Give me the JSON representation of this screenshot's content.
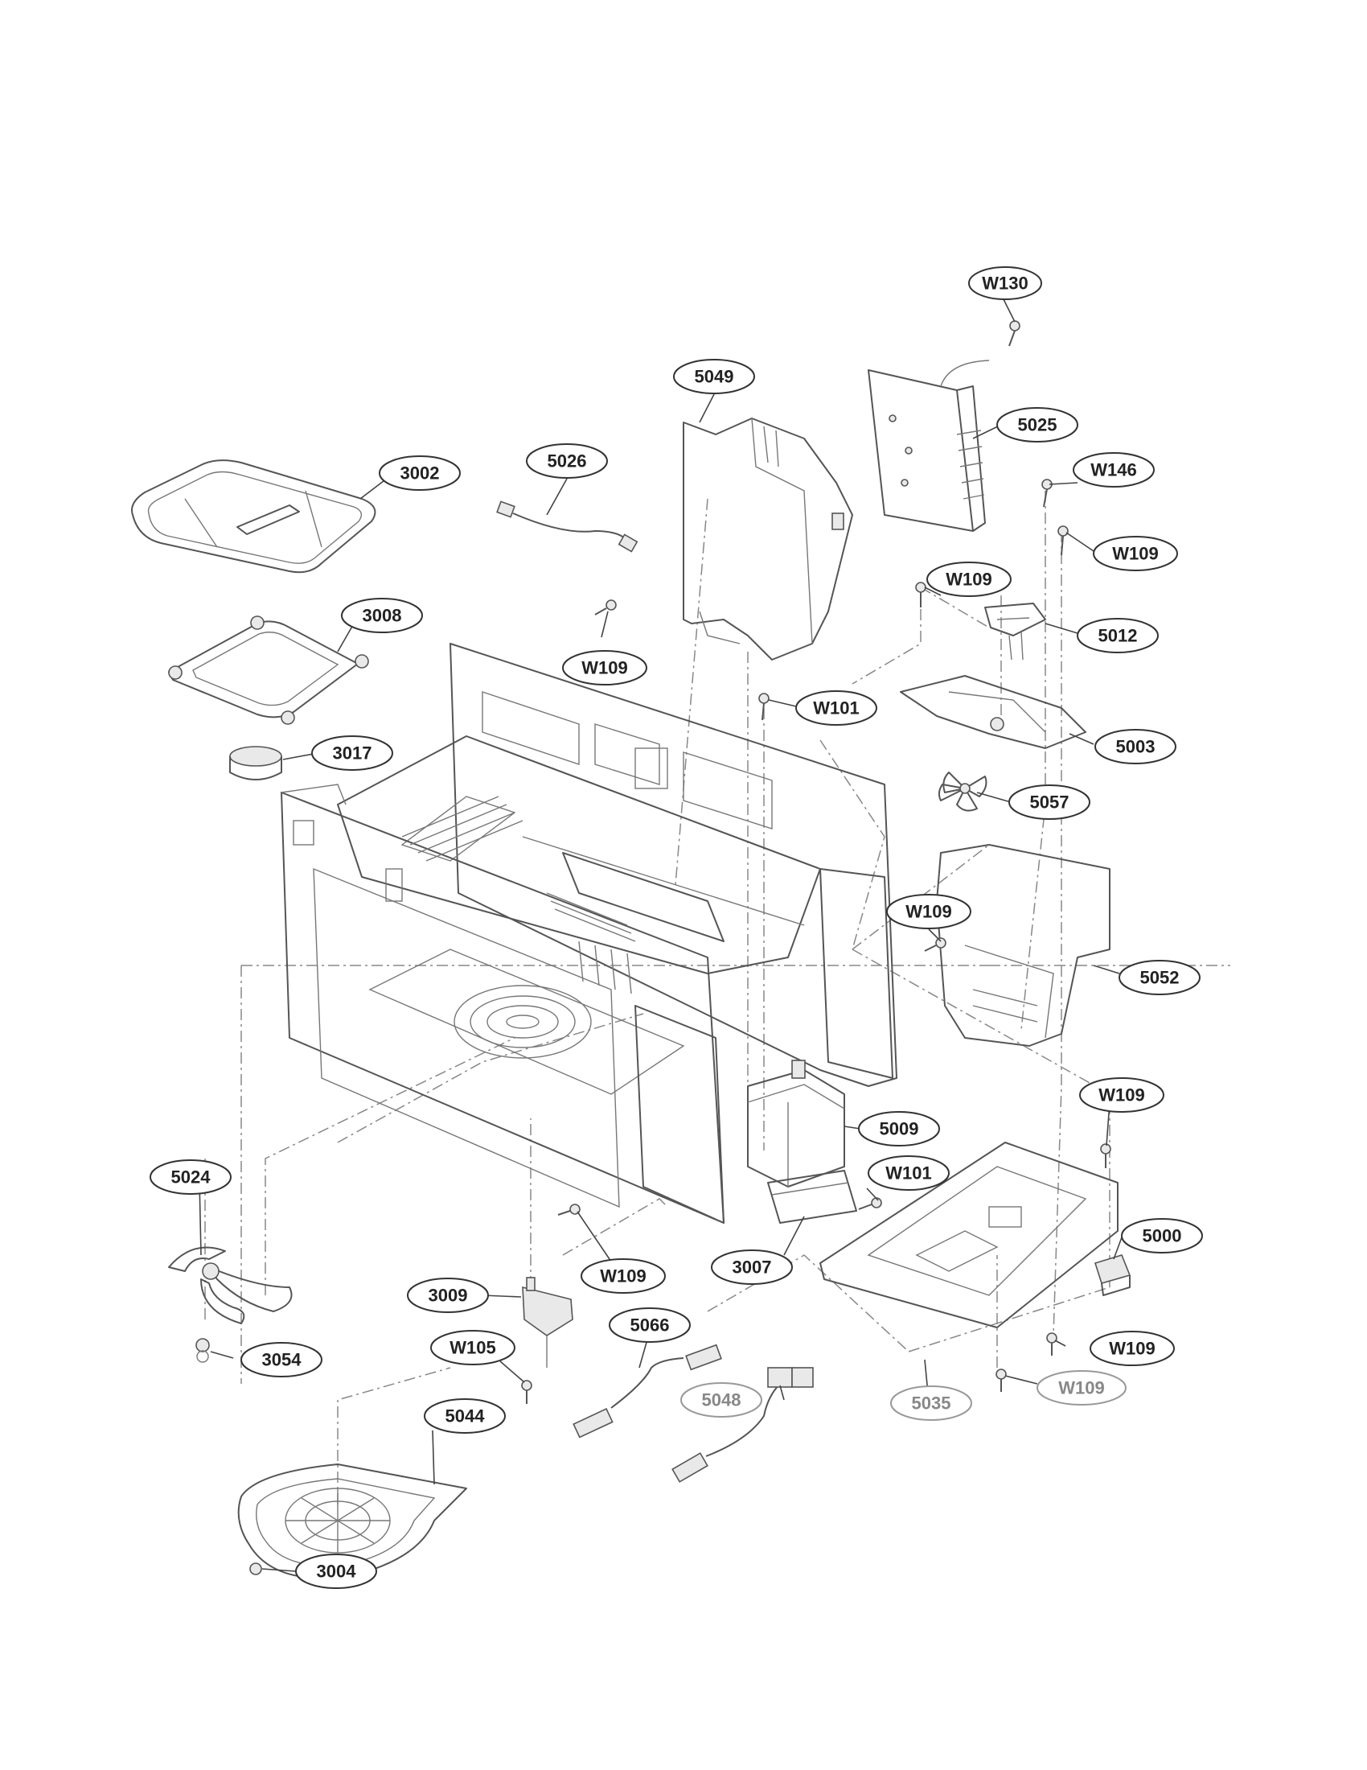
{
  "callouts": [
    {
      "id": "W130",
      "label": "W130"
    },
    {
      "id": "5049",
      "label": "5049"
    },
    {
      "id": "5025",
      "label": "5025"
    },
    {
      "id": "5026",
      "label": "5026"
    },
    {
      "id": "3002",
      "label": "3002"
    },
    {
      "id": "W146",
      "label": "W146"
    },
    {
      "id": "W109-a",
      "label": "W109"
    },
    {
      "id": "W109-b",
      "label": "W109"
    },
    {
      "id": "3008",
      "label": "3008"
    },
    {
      "id": "5012",
      "label": "5012"
    },
    {
      "id": "W109-c",
      "label": "W109"
    },
    {
      "id": "W101-a",
      "label": "W101"
    },
    {
      "id": "5003",
      "label": "5003"
    },
    {
      "id": "3017",
      "label": "3017"
    },
    {
      "id": "5057",
      "label": "5057"
    },
    {
      "id": "W109-d",
      "label": "W109"
    },
    {
      "id": "5052",
      "label": "5052"
    },
    {
      "id": "W109-e",
      "label": "W109"
    },
    {
      "id": "5009",
      "label": "5009"
    },
    {
      "id": "5024",
      "label": "5024"
    },
    {
      "id": "W101-b",
      "label": "W101"
    },
    {
      "id": "5000",
      "label": "5000"
    },
    {
      "id": "3007",
      "label": "3007"
    },
    {
      "id": "W109-f",
      "label": "W109"
    },
    {
      "id": "3009",
      "label": "3009"
    },
    {
      "id": "5066",
      "label": "5066"
    },
    {
      "id": "W105",
      "label": "W105"
    },
    {
      "id": "3054",
      "label": "3054"
    },
    {
      "id": "5048",
      "label": "5048"
    },
    {
      "id": "W109-g",
      "label": "W109"
    },
    {
      "id": "5035",
      "label": "5035"
    },
    {
      "id": "W109-h",
      "label": "W109"
    },
    {
      "id": "5044",
      "label": "5044"
    },
    {
      "id": "3004",
      "label": "3004"
    }
  ]
}
